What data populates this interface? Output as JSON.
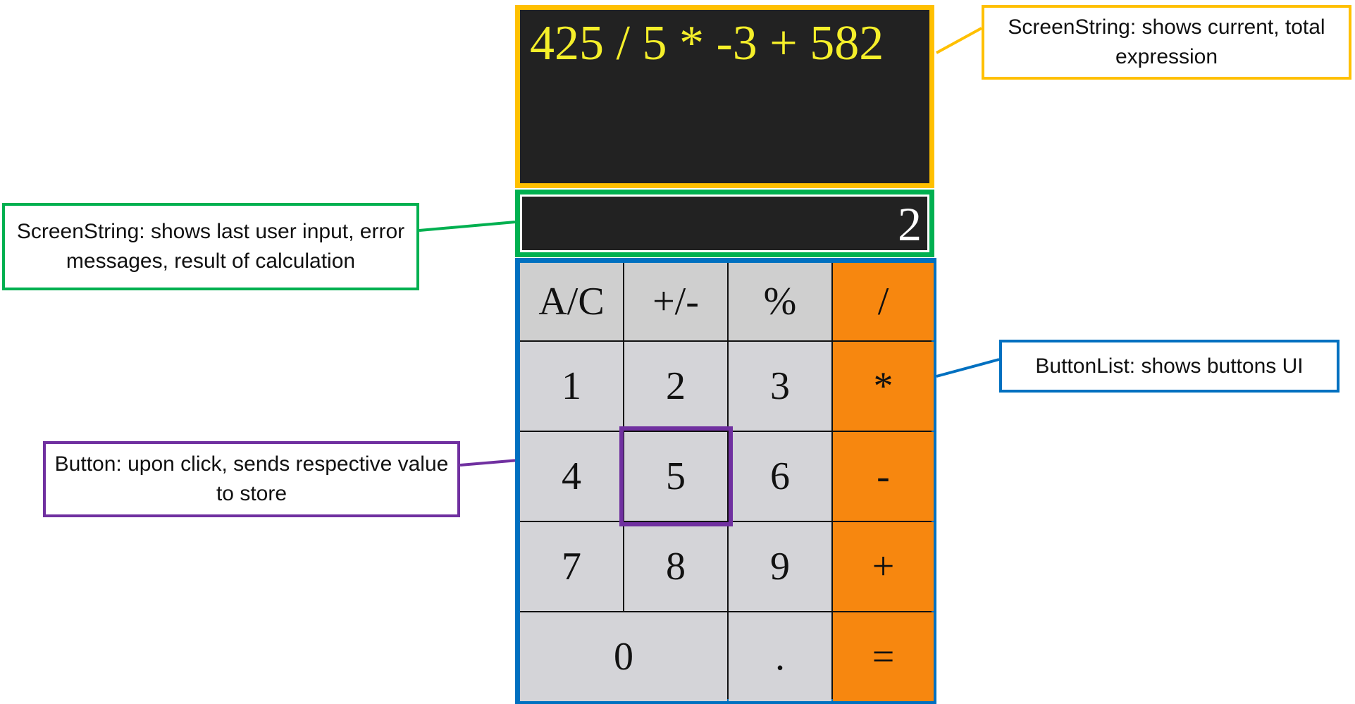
{
  "screen_expression": {
    "text": "425 / 5 * -3 + 582"
  },
  "screen_input": {
    "text": "2"
  },
  "buttons": {
    "ac": "A/C",
    "sign": "+/-",
    "percent": "%",
    "divide": "/",
    "one": "1",
    "two": "2",
    "three": "3",
    "multiply": "*",
    "four": "4",
    "five": "5",
    "six": "6",
    "minus": "-",
    "seven": "7",
    "eight": "8",
    "nine": "9",
    "plus": "+",
    "zero": "0",
    "dot": ".",
    "equals": "="
  },
  "annotations": {
    "expression_screen": "ScreenString: shows current, total expression",
    "input_screen": "ScreenString: shows last user input, error messages, result of calculation",
    "button_list": "ButtonList: shows buttons UI",
    "button": "Button: upon click, sends respective value to store"
  },
  "colors": {
    "expression_outline": "#ffc000",
    "input_outline": "#00b050",
    "button_list_outline": "#0070c0",
    "button_outline": "#7030a0",
    "operator_key": "#f7870f",
    "digit_key": "#d4d4d8",
    "screen_bg": "#222222",
    "expression_text": "#f5ef2a"
  }
}
